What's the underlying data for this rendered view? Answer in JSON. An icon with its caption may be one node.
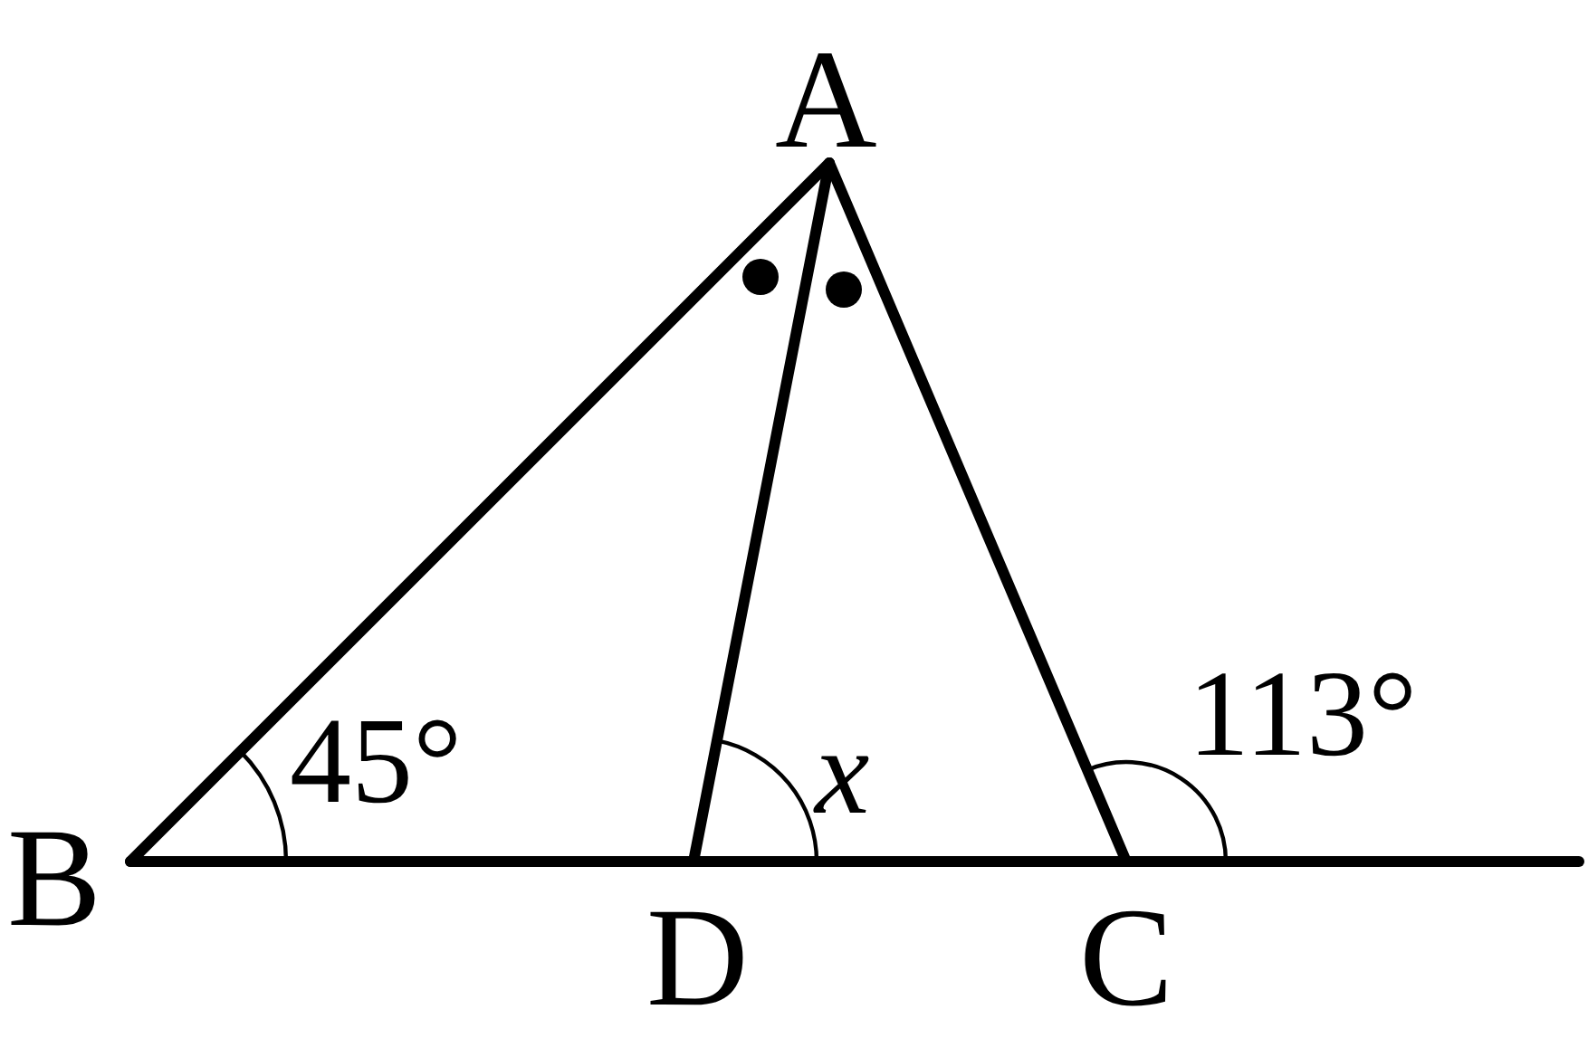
{
  "diagram": {
    "nodes": [
      {
        "text": [
          "A"
        ]
      },
      {
        "text": [
          "B"
        ]
      },
      {
        "text": [
          "D"
        ]
      },
      {
        "text": [
          "C"
        ]
      }
    ],
    "edges": [
      {
        "from": 1,
        "to": 0,
        "arrow": "none"
      },
      {
        "from": 0,
        "to": 2,
        "arrow": "none"
      },
      {
        "from": 0,
        "to": 3,
        "arrow": "none"
      },
      {
        "from": 1,
        "to": 2,
        "arrow": "none"
      },
      {
        "from": 2,
        "to": 3,
        "arrow": "none"
      },
      {
        "from": 3,
        "to": null,
        "arrow": "none"
      }
    ],
    "labels": [
      "45°",
      "x",
      "113°"
    ]
  }
}
